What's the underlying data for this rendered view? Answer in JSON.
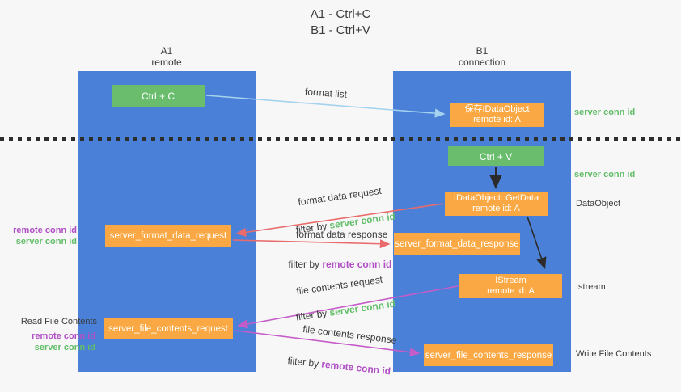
{
  "title": {
    "line1": "A1 - Ctrl+C",
    "line2": "B1 - Ctrl+V"
  },
  "lanes": {
    "left": {
      "name": "A1",
      "subtitle": "remote"
    },
    "right": {
      "name": "B1",
      "subtitle": "connection"
    }
  },
  "boxes": {
    "ctrl_c": "Ctrl + C",
    "ctrl_v": "Ctrl + V",
    "save_idataobject": {
      "line1": "保存IDataObject",
      "line2": "remote id: A"
    },
    "getdata": {
      "line1": "IDataObject::GetData",
      "line2": "remote id: A"
    },
    "istream": {
      "line1": "IStream",
      "line2": "remote id: A"
    },
    "format_request": "server_format_data_request",
    "format_response": "server_format_data_response",
    "file_request": "server_file_contents_request",
    "file_response": "server_file_contents_response"
  },
  "labels": {
    "format_list": "format list",
    "format_data_request": "format data request",
    "format_data_response": "format data response",
    "file_contents_request": "file contents request",
    "file_contents_response": "file contents response",
    "filter_by": "filter by ",
    "server_conn_id": "server conn id",
    "remote_conn_id": "remote conn id",
    "dataobject": "DataObject",
    "istream": "Istream",
    "read_file_contents": "Read File Contents",
    "write_file_contents": "Write File Contents"
  },
  "colors": {
    "lane_blue": "#4a80d8",
    "box_orange": "#f9a843",
    "box_green": "#69bd6d",
    "arrow_light_blue": "#a5d2ee",
    "arrow_red": "#e96b6b",
    "arrow_magenta": "#c55cc8",
    "arrow_black": "#2b2b2b",
    "text_green": "#62bd68",
    "text_purple": "#b04fc4"
  }
}
